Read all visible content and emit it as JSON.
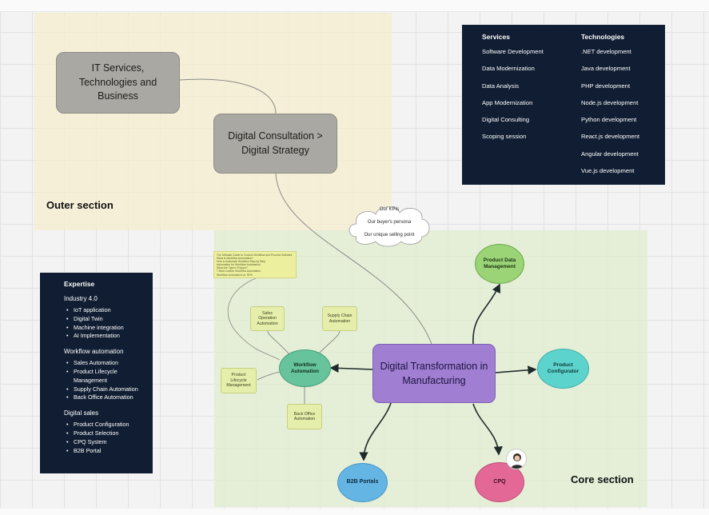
{
  "sections": {
    "outer": "Outer section",
    "core": "Core section"
  },
  "outer_boxes": {
    "it_services": "IT Services, Technologies and Business",
    "digital_consultation": "Digital Consultation > Digital Strategy"
  },
  "services_panel": {
    "services_title": "Services",
    "services": [
      "Software Development",
      "Data Modernization",
      "Data Analysis",
      "App Modernization",
      "Digital Consulting",
      "Scoping session"
    ],
    "technologies_title": "Technologies",
    "technologies": [
      ".NET development",
      "Java development",
      "PHP development",
      "Node.js development",
      "Python development",
      "React.js development",
      "Angular development",
      "Vue.js development"
    ]
  },
  "expertise_panel": {
    "title": "Expertise",
    "groups": [
      {
        "name": "Industry 4.0",
        "items": [
          "IoT application",
          "Digital Twin",
          "Machine integration",
          "AI Implementation"
        ]
      },
      {
        "name": "Workflow automation",
        "items": [
          "Sales Automation",
          "Product Lifecycle Management",
          "Supply Chain Automation",
          "Back Office Automation"
        ]
      },
      {
        "name": "Digital sales",
        "items": [
          "Product Configuration",
          "Product Selection",
          "CPQ System",
          "B2B Portal"
        ]
      }
    ]
  },
  "cloud": {
    "lines": [
      "Our KPIs",
      "Our buyer's persona",
      "Our unique selling point"
    ]
  },
  "doc_note": {
    "lines": [
      "The Ultimate Guide to Custom Workflow and Process Software",
      "What is Workflow Automation?",
      "How to Automate Workflow Step by Step",
      "Automation for Workflow Automation",
      "What Are Types Of Apps?",
      "7 Best Custom Workflow Automation",
      "Workflow Automation vs. RPA"
    ]
  },
  "core_nodes": {
    "center": "Digital Transformation in Manufacturing",
    "product_data": "Product Data Management",
    "product_configurator": "Product Configurator",
    "cpq": "CPQ",
    "b2b": "B2B Portals",
    "workflow": "Workflow Automation"
  },
  "workflow_subs": {
    "sales_op": "Sales Operation Automation",
    "supply_chain": "Supply Chain Automation",
    "product_lifecycle": "Product Lifecycle Management",
    "back_office": "Back Office Automation"
  },
  "colors": {
    "panel_bg": "#101d32",
    "outer_area": "#f6eece",
    "core_area": "#e0ecce",
    "center_node": "#a07fd2",
    "product_data_node": "#9ad477",
    "configurator_node": "#5dd3cd",
    "cpq_node": "#e36895",
    "b2b_node": "#64b4e4",
    "workflow_node": "#66c39c",
    "sticky_note": "#e5eeaa",
    "gray_box": "#aaa8a2"
  },
  "icons": {
    "avatar": "user-avatar-icon",
    "cloud": "thought-cloud-icon"
  }
}
